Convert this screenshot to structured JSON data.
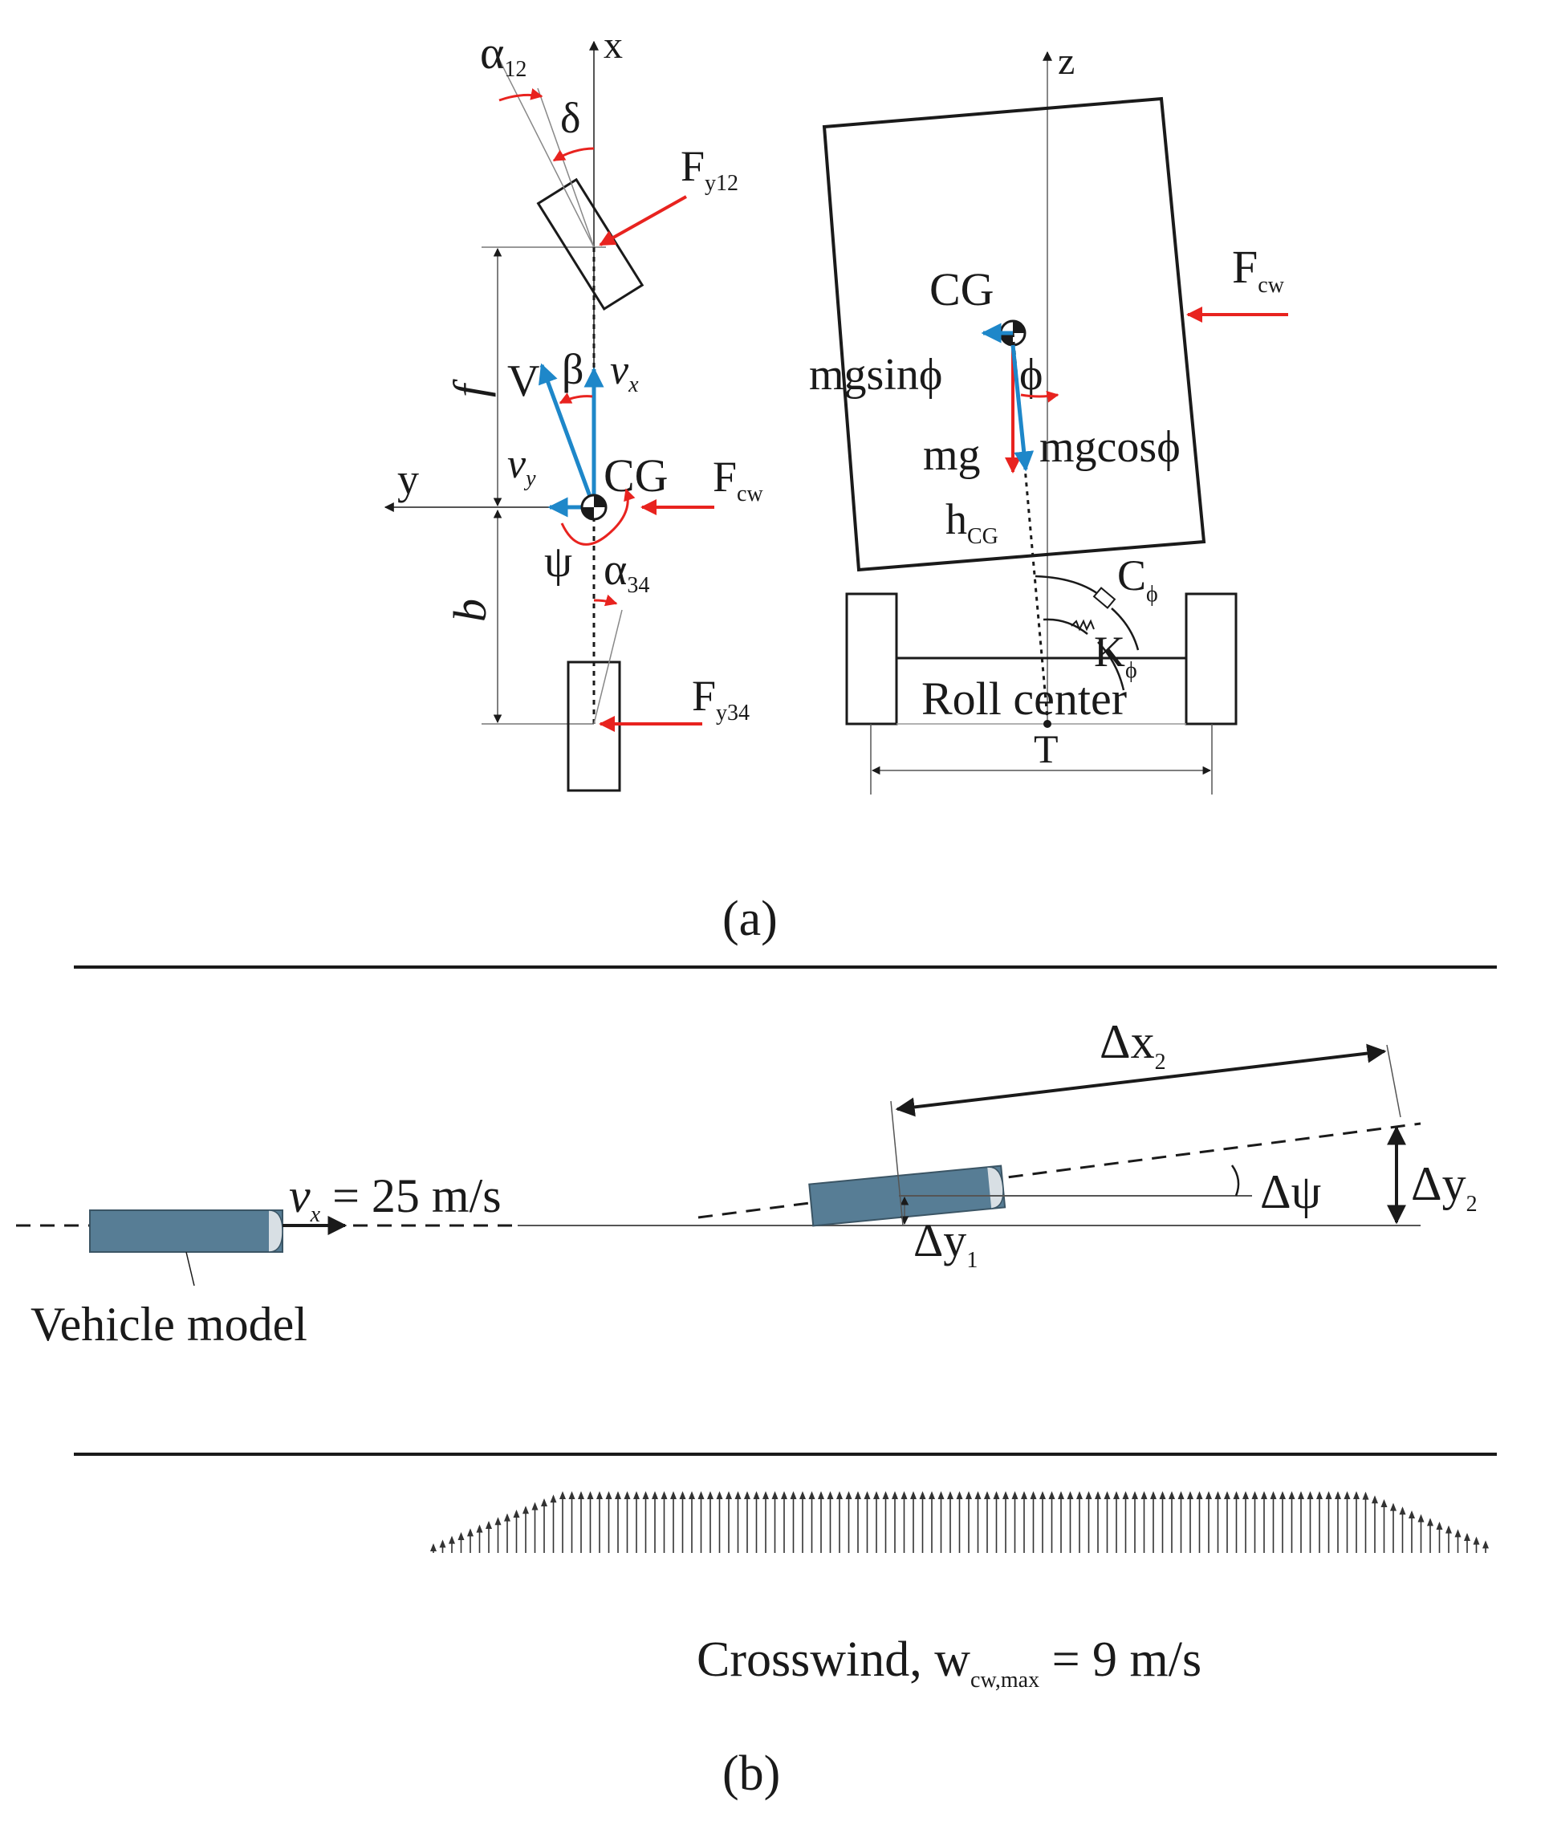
{
  "colors": {
    "force": "#e8231f",
    "velocity": "#1e87c9",
    "vehicle_body": "#577d95",
    "ink": "#1a1a1a"
  },
  "panel_a": {
    "caption": "(a)",
    "top_view": {
      "x_axis": "x",
      "y_axis": "y",
      "alpha12": "α",
      "alpha12_sub": "12",
      "delta": "δ",
      "fy12": "F",
      "fy12_sub": "y12",
      "f_dim": "f",
      "b_dim": "b",
      "V": "V",
      "beta": "β",
      "vx": "v",
      "vx_sub": "x",
      "vy": "v",
      "vy_sub": "y",
      "cg": "CG",
      "fcw": "F",
      "fcw_sub": "cw",
      "psi": "ψ",
      "alpha34": "α",
      "alpha34_sub": "34",
      "fy34": "F",
      "fy34_sub": "y34"
    },
    "rear_view": {
      "z_axis": "z",
      "cg": "CG",
      "fcw": "F",
      "fcw_sub": "cw",
      "mgsin": "mgsinϕ",
      "phi": "ϕ",
      "mg": "mg",
      "mgcos": "mgcosϕ",
      "hcg": "h",
      "hcg_sub": "CG",
      "cphi": "C",
      "cphi_sub": "ϕ",
      "kphi": "K",
      "kphi_sub": "ϕ",
      "roll_center": "Roll center",
      "track": "T"
    }
  },
  "panel_b": {
    "caption": "(b)",
    "vx_label": "v",
    "vx_sub": "x",
    "vx_value": " = 25 m/s",
    "vehicle_model": "Vehicle model",
    "dx2": "Δx",
    "dx2_sub": "2",
    "dpsi": "Δψ",
    "dy2": "Δy",
    "dy2_sub": "2",
    "dy1": "Δy",
    "dy1_sub": "1",
    "crosswind_pre": "Crosswind, w",
    "crosswind_sub": "cw,max",
    "crosswind_post": " = 9 m/s"
  }
}
